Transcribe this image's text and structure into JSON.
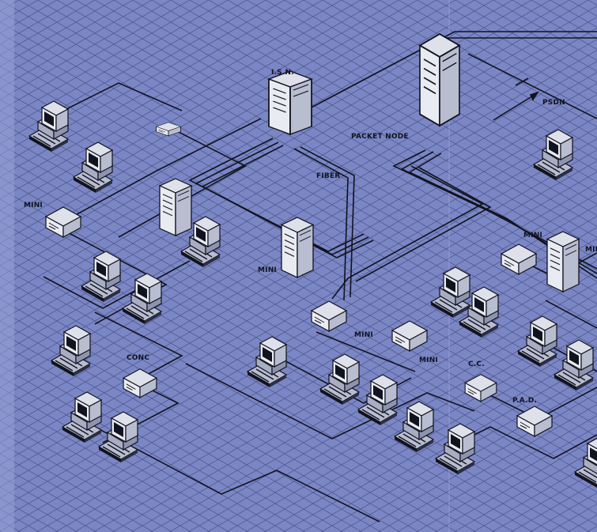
{
  "colors": {
    "background": "#7b86c4",
    "grid": "#4f5a93",
    "line": "#11131f",
    "device_light": "#e9ebf2",
    "device_shade": "#b9bdd0"
  },
  "labels": {
    "isn": "I.S.N.",
    "packet_node": "PACKET NODE",
    "psdn": "PSDN",
    "fiber": "FIBER",
    "mini_left": "MINI",
    "mini_center": "MINI",
    "mini_bottom_1": "MINI",
    "mini_bottom_2": "MINI",
    "mini_right": "MINI",
    "mini_edge": "MINI",
    "conc": "CONC",
    "cc": "C.C.",
    "pad": "P.A.D."
  }
}
